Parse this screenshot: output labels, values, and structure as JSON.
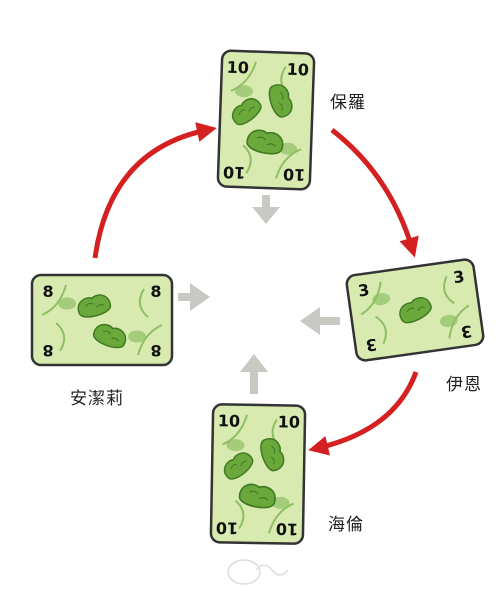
{
  "players": [
    {
      "id": "top",
      "name": "保羅",
      "card_value": "10",
      "pickle_count": 3
    },
    {
      "id": "right",
      "name": "伊恩",
      "card_value": "3",
      "pickle_count": 1
    },
    {
      "id": "bottom",
      "name": "海倫",
      "card_value": "10",
      "pickle_count": 3
    },
    {
      "id": "left",
      "name": "安潔莉",
      "card_value": "8",
      "pickle_count": 2
    }
  ],
  "colors": {
    "card_face": "#d8eab0",
    "card_border": "#333333",
    "pickle": "#6aa83c",
    "pickle_dark": "#3f7a22",
    "vine": "#8fbf64",
    "red_arrow": "#d42020",
    "grey_arrow": "#c9c9c4"
  },
  "icons": {
    "red_arrow": "curved-arrow-icon",
    "grey_arrow": "pass-arrow-icon",
    "pickle": "pickle-icon"
  }
}
